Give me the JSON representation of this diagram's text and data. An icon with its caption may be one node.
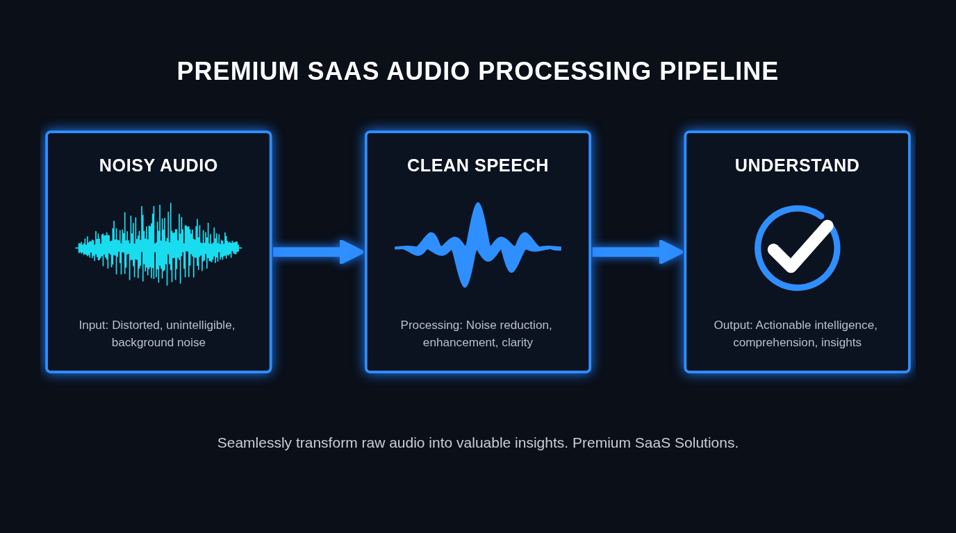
{
  "diagram": {
    "title": "PREMIUM SAAS AUDIO PROCESSING PIPELINE",
    "caption": "Seamlessly transform raw audio into valuable insights. Premium SaaS Solutions.",
    "nodes": [
      {
        "text": [
          "NOISY AUDIO",
          "Input: Distorted, unintelligible, background noise"
        ]
      },
      {
        "text": [
          "CLEAN SPEECH",
          "Processing: Noise reduction, enhancement, clarity"
        ]
      },
      {
        "text": [
          "UNDERSTAND",
          "Output: Actionable intelligence, comprehension, insights"
        ]
      }
    ],
    "edges": [
      {
        "from": 0,
        "to": 1,
        "arrow": "to"
      },
      {
        "from": 1,
        "to": 2,
        "arrow": "to"
      }
    ]
  }
}
